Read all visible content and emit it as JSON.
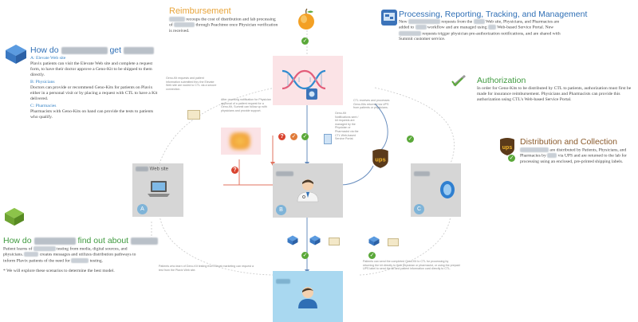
{
  "reimbursement": {
    "title": "Reimbursement",
    "text_before": "",
    "text": "recoups the cost of distribution and lab processing of",
    "text_mid": "through Peachtree once Physician verification is received."
  },
  "processing": {
    "title": "Processing, Reporting, Tracking, and Management",
    "lines": [
      "New",
      "requests from the",
      "Web site, Physicians,",
      "and Pharmacies are added to",
      "workflow and are managed",
      "using",
      "Web-based Service Portal. New",
      "requests",
      "trigger physician pre-authorization notifications, and are",
      "shared with Summit customer service."
    ]
  },
  "how_get": {
    "title_a": "How do",
    "title_b": "get",
    "a_title": "A: Elevate Web site",
    "a_text": "Plavix patients can visit the Elevate Web site and complete a request form, to have their doctor approve a Geno-Kit to be shipped to them directly.",
    "b_title": "B: Physicians",
    "b_text": "Doctors can provide or recommend Geno-Kits for patients on Plavix either in a personal visit or by placing a request with CTL to have a Kit delivered.",
    "c_title": "C: Pharmacies",
    "c_text": "Pharmacists with Geno-Kits on hand can provide the tests to patients who qualify."
  },
  "authorization": {
    "title": "Authorization",
    "text": "In order for Geno-Kits to be distributed by CTL to patients, authorization must first be made for insurance reimbursement. Physicians and Pharmacists can provide this authorization using CTL's Web-based Service Portal."
  },
  "distribution": {
    "title": "Distribution and Collection",
    "text_a": "are distributed by Patients, Physicians, and Pharmacies by",
    "text_b": "via UPS and are returned to the lab for processing using an enclosed, pre-printed shipping labels."
  },
  "find_out": {
    "title_a": "How do",
    "title_b": "find out about",
    "text_a": "Patient learns of",
    "text_b": "testing from media, digital sources, and physicians.",
    "text_c": "creates messages and utilizes distribution pathways to inform Plavix patients of the need for",
    "text_d": "testing.",
    "footnote": "* We will explore these scenarios to determine the best model."
  },
  "boxes": {
    "a_title": "Web site",
    "a_label": "A",
    "b_label": "B",
    "c_label": "C"
  },
  "notes": {
    "n1": "Geno-Kit requests and patient information submitted thru the Elevate Web site are routed to CTL via a secure connection.",
    "n2": "After receiving notification for Physician approval of a patient request for a Geno-Kit, Summit can follow up with physicians and provide support.",
    "n3": "CTL receives and processes Geno-Kits returned via UPS from patients or physicians.",
    "n4": "Geno-Kit Notifications sent / kit requests are managed by the Physician or Pharmacist via the CTL Web-based Service Portal.",
    "n5": "Patients who learn of Geno-Kit testing from Elevat marketing can request a test from the Plavix Web site.",
    "n6": "Patients can send the completed Geno-Kit to CTL for processing by returning the kit directly to their physician or pharmacist, or using the prepaid UPS label to send the kit and patient information card directly to CTL."
  },
  "colors": {
    "blue": "#2f6fb5",
    "orange": "#e8a43a",
    "green": "#3f9a3f",
    "pink_box": "#fbe3e6",
    "gray_box": "#d6d6d6",
    "blue_box": "#a9d8f0"
  }
}
